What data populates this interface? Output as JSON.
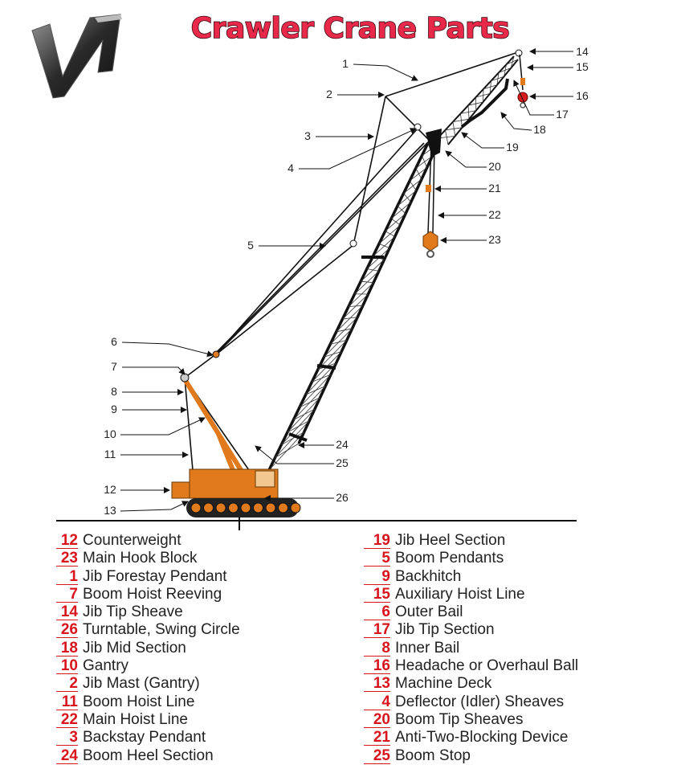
{
  "title": "Crawler Crane Parts",
  "logo_text": "VI",
  "colors": {
    "title": "#e8294a",
    "machine": "#e07a1c",
    "numbers": "#d8141c",
    "ball": "#d81c1c"
  },
  "callouts": [
    "1",
    "2",
    "3",
    "4",
    "5",
    "6",
    "7",
    "8",
    "9",
    "10",
    "11",
    "12",
    "13",
    "14",
    "15",
    "16",
    "17",
    "18",
    "19",
    "20",
    "21",
    "22",
    "23",
    "24",
    "25",
    "26"
  ],
  "legend_left": [
    {
      "num": "12",
      "label": "Counterweight"
    },
    {
      "num": "23",
      "label": "Main Hook Block"
    },
    {
      "num": "1",
      "label": "Jib Forestay Pendant"
    },
    {
      "num": "7",
      "label": "Boom Hoist Reeving"
    },
    {
      "num": "14",
      "label": "Jib Tip Sheave"
    },
    {
      "num": "26",
      "label": "Turntable, Swing Circle"
    },
    {
      "num": "18",
      "label": "Jib Mid Section"
    },
    {
      "num": "10",
      "label": "Gantry"
    },
    {
      "num": "2",
      "label": "Jib Mast  (Gantry)"
    },
    {
      "num": "11",
      "label": "Boom Hoist Line"
    },
    {
      "num": "22",
      "label": "Main Hoist Line"
    },
    {
      "num": "3",
      "label": "Backstay Pendant"
    },
    {
      "num": "24",
      "label": "Boom Heel Section"
    }
  ],
  "legend_right": [
    {
      "num": "19",
      "label": "Jib Heel Section"
    },
    {
      "num": "5",
      "label": "Boom Pendants"
    },
    {
      "num": "9",
      "label": "Backhitch"
    },
    {
      "num": "15",
      "label": "Auxiliary Hoist Line"
    },
    {
      "num": "6",
      "label": "Outer Bail"
    },
    {
      "num": "17",
      "label": "Jib Tip Section"
    },
    {
      "num": "8",
      "label": "Inner Bail"
    },
    {
      "num": "16",
      "label": "Headache or Overhaul Ball"
    },
    {
      "num": "13",
      "label": "Machine Deck"
    },
    {
      "num": "4",
      "label": "Deflector (Idler) Sheaves"
    },
    {
      "num": "20",
      "label": "Boom Tip Sheaves"
    },
    {
      "num": "21",
      "label": "Anti-Two-Blocking Device"
    },
    {
      "num": "25",
      "label": "Boom Stop"
    }
  ]
}
